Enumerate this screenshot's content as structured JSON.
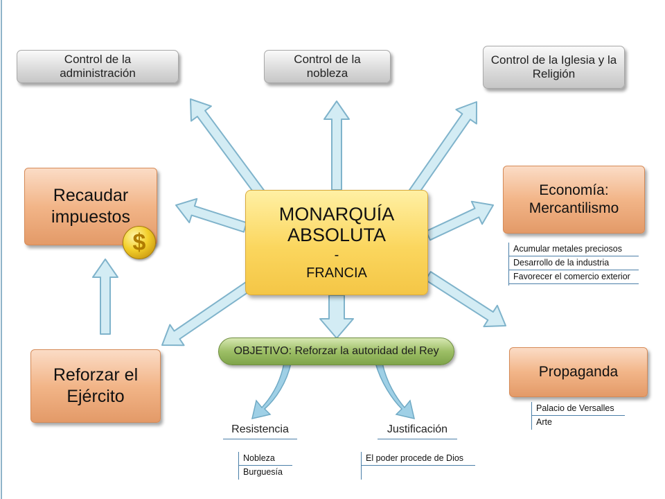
{
  "center": {
    "line1": "MONARQUÍA",
    "line2": "ABSOLUTA",
    "line3": "-",
    "line4": "FRANCIA"
  },
  "top_boxes": [
    {
      "line1": "Control de la",
      "line2": "administración"
    },
    {
      "line1": "Control de la",
      "line2": "nobleza"
    },
    {
      "line1": "Control de la Iglesia y la",
      "line2": "Religión"
    }
  ],
  "left_boxes": {
    "taxes": {
      "line1": "Recaudar",
      "line2": "impuestos"
    },
    "army": {
      "line1": "Reforzar el",
      "line2": "Ejército"
    }
  },
  "economy": {
    "line1": "Economía:",
    "line2": "Mercantilismo",
    "items": [
      "Acumular metales preciosos",
      "Desarrollo de la industria",
      "Favorecer el comercio exterior"
    ]
  },
  "propaganda": {
    "title": "Propaganda",
    "items": [
      "Palacio de Versalles",
      "Arte"
    ]
  },
  "objective": "OBJETIVO: Reforzar la autoridad del Rey",
  "resistance": {
    "title": "Resistencia",
    "items": [
      "Nobleza",
      "Burguesía"
    ]
  },
  "justification": {
    "title": "Justificación",
    "items": [
      "El poder procede de Dios"
    ]
  },
  "coin_symbol": "$",
  "colors": {
    "arrow_fill": "#d3ecf4",
    "arrow_stroke": "#7fb3cb",
    "center_fill": "#fbd65e",
    "orange_fill": "#f2b588",
    "gray_fill": "#dcdcdc",
    "green_fill": "#9dbf66"
  },
  "icons": {
    "coin": "dollar-coin-icon"
  }
}
